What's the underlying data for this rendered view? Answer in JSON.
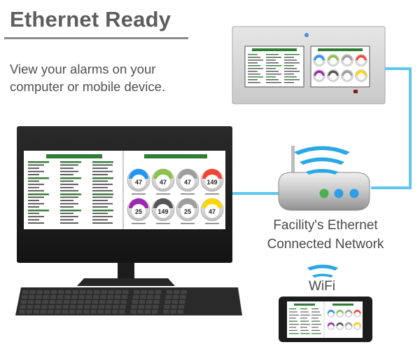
{
  "headline": "Ethernet Ready",
  "tagline": "View your alarms on your computer or mobile device.",
  "network": {
    "line1": "Facility's Ethernet",
    "line2": "Connected Network"
  },
  "wifi_label": "WiFi",
  "colors": {
    "cable": "#5fc6ee",
    "wifi_arc": "#2aa8e6",
    "router_led": "#2c9fe8",
    "router_led_green": "#4caf50",
    "headline": "#5d5d5d"
  },
  "gauges": [
    {
      "value": "47",
      "color": "#2196f3"
    },
    {
      "value": "47",
      "color": "#8bc34a"
    },
    {
      "value": "47",
      "color": "#9e9e9e"
    },
    {
      "value": "149",
      "color": "#f44336"
    },
    {
      "value": "25",
      "color": "#9c27b0"
    },
    {
      "value": "149",
      "color": "#555555"
    },
    {
      "value": "25",
      "color": "#9e9e9e"
    },
    {
      "value": "47",
      "color": "#ffd600"
    }
  ]
}
